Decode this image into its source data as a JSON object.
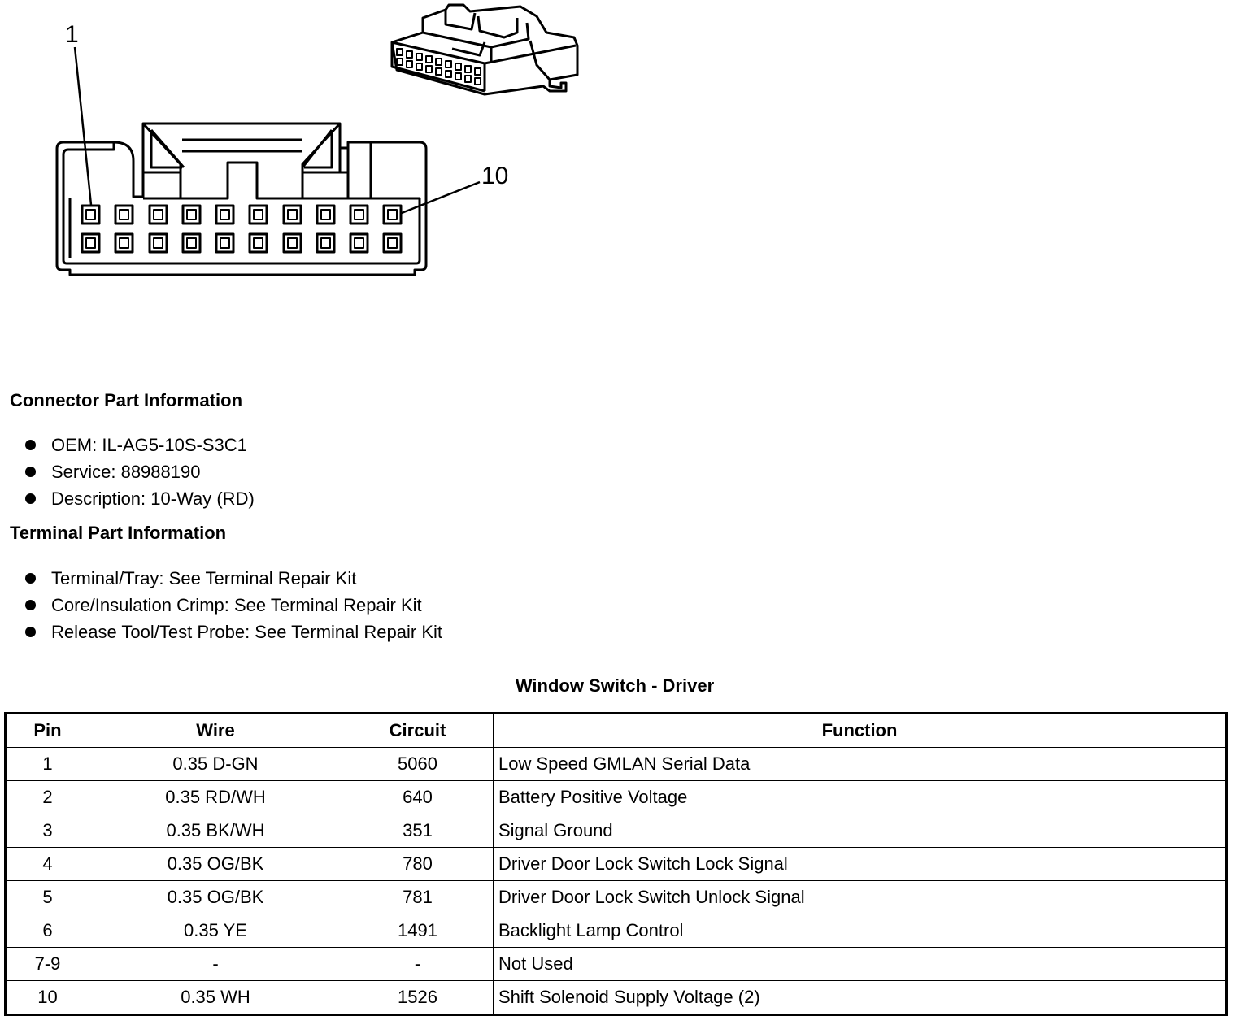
{
  "diagram": {
    "label_pin_first": "1",
    "label_pin_last": "10"
  },
  "connector_info": {
    "heading": "Connector Part Information",
    "items": [
      "OEM: IL-AG5-10S-S3C1",
      "Service: 88988190",
      "Description: 10-Way (RD)"
    ]
  },
  "terminal_info": {
    "heading": "Terminal Part Information",
    "items": [
      "Terminal/Tray: See Terminal Repair Kit",
      "Core/Insulation Crimp: See Terminal Repair Kit",
      "Release Tool/Test Probe: See Terminal Repair Kit"
    ]
  },
  "table": {
    "title": "Window Switch - Driver",
    "headers": {
      "pin": "Pin",
      "wire": "Wire",
      "circuit": "Circuit",
      "function": "Function"
    },
    "rows": [
      {
        "pin": "1",
        "wire": "0.35 D-GN",
        "circuit": "5060",
        "function": "Low Speed GMLAN Serial Data"
      },
      {
        "pin": "2",
        "wire": "0.35 RD/WH",
        "circuit": "640",
        "function": "Battery Positive Voltage"
      },
      {
        "pin": "3",
        "wire": "0.35 BK/WH",
        "circuit": "351",
        "function": "Signal Ground"
      },
      {
        "pin": "4",
        "wire": "0.35 OG/BK",
        "circuit": "780",
        "function": "Driver Door Lock Switch Lock Signal"
      },
      {
        "pin": "5",
        "wire": "0.35 OG/BK",
        "circuit": "781",
        "function": "Driver Door Lock Switch Unlock Signal"
      },
      {
        "pin": "6",
        "wire": "0.35 YE",
        "circuit": "1491",
        "function": "Backlight Lamp Control"
      },
      {
        "pin": "7-9",
        "wire": "-",
        "circuit": "-",
        "function": "Not Used"
      },
      {
        "pin": "10",
        "wire": "0.35 WH",
        "circuit": "1526",
        "function": "Shift Solenoid Supply Voltage (2)"
      }
    ]
  }
}
